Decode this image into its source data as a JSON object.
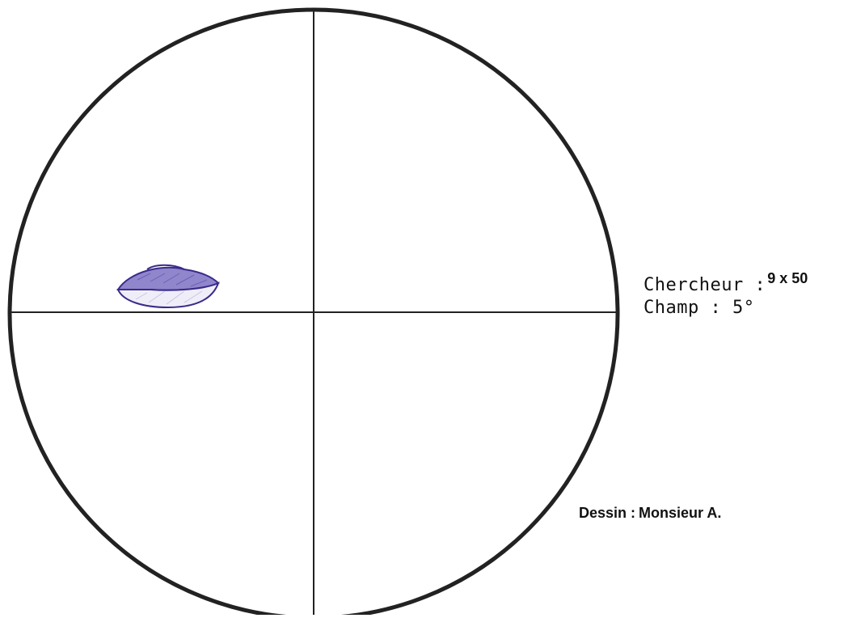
{
  "colors": {
    "ink": "#222222",
    "object_stroke": "#3b2b8a",
    "object_fill_top": "#8f86cc",
    "object_fill_bottom": "#efeef8"
  },
  "icons": {
    "reticle": "finder-reticle-circle",
    "object": "nebula-sketch"
  },
  "labels": {
    "finder_label": "Chercheur :",
    "finder_value": "9 x 50",
    "field_label": "Champ : 5°",
    "drawing_label": "Dessin :",
    "drawing_value": "Monsieur A."
  }
}
